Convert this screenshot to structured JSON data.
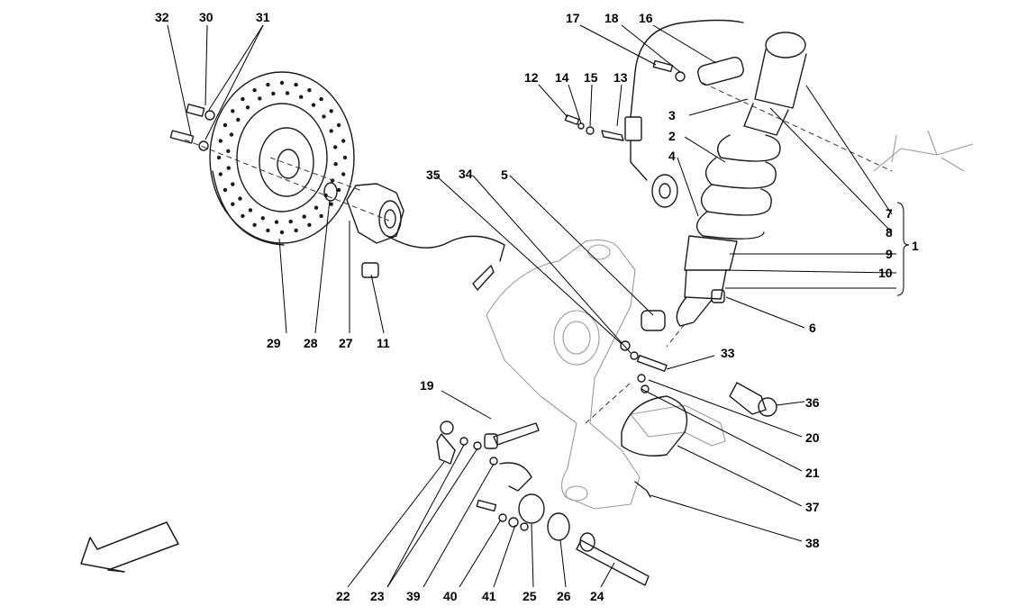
{
  "labels": {
    "l1": "1",
    "l2": "2",
    "l3": "3",
    "l4": "4",
    "l5": "5",
    "l6": "6",
    "l7": "7",
    "l8": "8",
    "l9": "9",
    "l10": "10",
    "l11": "11",
    "l12": "12",
    "l13": "13",
    "l14": "14",
    "l15": "15",
    "l16": "16",
    "l17": "17",
    "l18": "18",
    "l19": "19",
    "l20": "20",
    "l21": "21",
    "l22": "22",
    "l23": "23",
    "l24": "24",
    "l25": "25",
    "l26": "26",
    "l27": "27",
    "l28": "28",
    "l29": "29",
    "l30": "30",
    "l31": "31",
    "l32": "32",
    "l33": "33",
    "l34": "34",
    "l35": "35",
    "l36": "36",
    "l37": "37",
    "l38": "38",
    "l39": "39",
    "l40": "40",
    "l41": "41"
  },
  "icons": {
    "direction_arrow": "front-direction-arrow-icon"
  },
  "colors": {
    "line": "#1a1a1a",
    "secondary_line": "#9a9a9a",
    "background": "#ffffff"
  }
}
